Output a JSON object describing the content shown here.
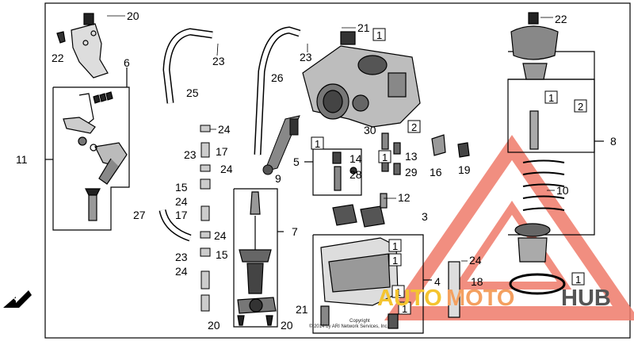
{
  "callouts": [
    {
      "id": "c20a",
      "text": "20"
    },
    {
      "id": "c22a",
      "text": "22"
    },
    {
      "id": "c6",
      "text": "6"
    },
    {
      "id": "c11",
      "text": "11"
    },
    {
      "id": "c25",
      "text": "25"
    },
    {
      "id": "c23a",
      "text": "23"
    },
    {
      "id": "c26",
      "text": "26"
    },
    {
      "id": "c21a",
      "text": "21"
    },
    {
      "id": "c23b",
      "text": "23"
    },
    {
      "id": "c22b",
      "text": "22"
    },
    {
      "id": "c24a",
      "text": "24"
    },
    {
      "id": "c17a",
      "text": "17"
    },
    {
      "id": "c23c",
      "text": "23"
    },
    {
      "id": "c24b",
      "text": "24"
    },
    {
      "id": "c15a",
      "text": "15"
    },
    {
      "id": "c24c",
      "text": "24"
    },
    {
      "id": "c17b",
      "text": "17"
    },
    {
      "id": "c27",
      "text": "27"
    },
    {
      "id": "c24d",
      "text": "24"
    },
    {
      "id": "c23d",
      "text": "23"
    },
    {
      "id": "c15b",
      "text": "15"
    },
    {
      "id": "c24e",
      "text": "24"
    },
    {
      "id": "c9",
      "text": "9"
    },
    {
      "id": "c7",
      "text": "7"
    },
    {
      "id": "c20b",
      "text": "20"
    },
    {
      "id": "c20c",
      "text": "20"
    },
    {
      "id": "c30",
      "text": "30"
    },
    {
      "id": "c5",
      "text": "5"
    },
    {
      "id": "c14",
      "text": "14"
    },
    {
      "id": "c28",
      "text": "28"
    },
    {
      "id": "c13",
      "text": "13"
    },
    {
      "id": "c29",
      "text": "29"
    },
    {
      "id": "c16",
      "text": "16"
    },
    {
      "id": "c19",
      "text": "19"
    },
    {
      "id": "c12",
      "text": "12"
    },
    {
      "id": "c3",
      "text": "3"
    },
    {
      "id": "c8",
      "text": "8"
    },
    {
      "id": "c10",
      "text": "10"
    },
    {
      "id": "c24f",
      "text": "24"
    },
    {
      "id": "c4",
      "text": "4"
    },
    {
      "id": "c18",
      "text": "18"
    },
    {
      "id": "c21b",
      "text": "21"
    }
  ],
  "boxed_labels": [
    {
      "id": "b1a",
      "text": "1"
    },
    {
      "id": "b1b",
      "text": "1"
    },
    {
      "id": "b2a",
      "text": "2"
    },
    {
      "id": "b1c",
      "text": "1"
    },
    {
      "id": "b1d",
      "text": "1"
    },
    {
      "id": "b2b",
      "text": "2"
    },
    {
      "id": "b1e",
      "text": "1"
    },
    {
      "id": "b1f",
      "text": "1"
    },
    {
      "id": "b1g",
      "text": "1"
    },
    {
      "id": "b1h",
      "text": "1"
    },
    {
      "id": "b1i",
      "text": "1"
    }
  ],
  "fwd_label": "FWD",
  "copyright_line1": "Copyright",
  "copyright_line2": "© 2014 by ARI Network Services, Inc.",
  "watermark": {
    "part1": "AUTO",
    "part2": "MOTO",
    "part3": "HUB",
    "color_accent": "#e8433a",
    "color_yellow": "#f4c430",
    "color_dark": "#555555"
  }
}
